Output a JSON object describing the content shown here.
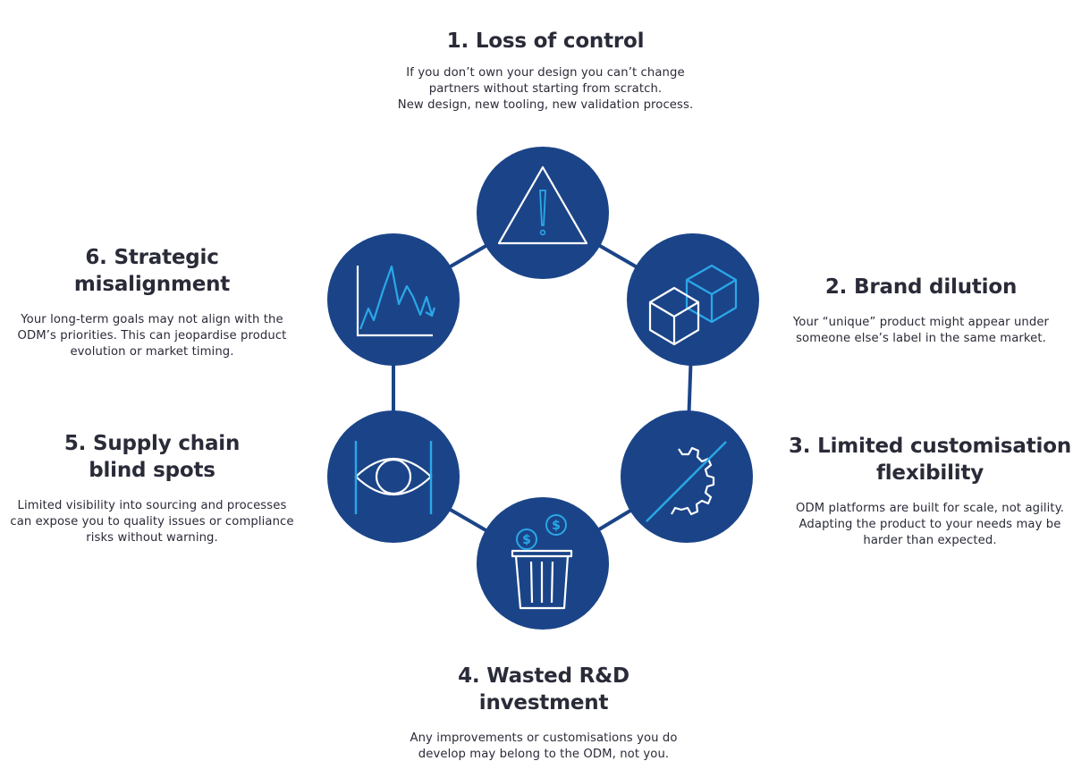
{
  "colors": {
    "circle": "#1b4488",
    "connector": "#1b4488",
    "icon_white": "#ffffff",
    "icon_accent": "#2aa8e8",
    "text": "#2a2b38"
  },
  "items": [
    {
      "title": "1. Loss of control",
      "body": "If you don’t own your design you can’t change\npartners without starting from scratch.\nNew design, new tooling, new validation process.",
      "icon": "warning-triangle-icon"
    },
    {
      "title": "2. Brand dilution",
      "body": "Your “unique” product might appear under\nsomeone else’s label in the same market.",
      "icon": "cubes-icon"
    },
    {
      "title": "3. Limited customisation\nflexibility",
      "body": "ODM platforms are built for scale, not agility.\nAdapting the product to your needs may be\nharder than expected.",
      "icon": "gear-icon"
    },
    {
      "title": "4. Wasted R&D\ninvestment",
      "body": "Any improvements or customisations you do\ndevelop may belong to the ODM, not you.",
      "icon": "money-bin-icon"
    },
    {
      "title": "5. Supply chain\nblind spots",
      "body": "Limited visibility into sourcing and processes\ncan expose you to quality issues or compliance\nrisks without warning.",
      "icon": "eye-icon"
    },
    {
      "title": "6. Strategic\nmisalignment",
      "body": "Your long-term goals may not align with the\nODM’s priorities. This can jeopardise product\nevolution or market timing.",
      "icon": "declining-chart-icon"
    }
  ]
}
